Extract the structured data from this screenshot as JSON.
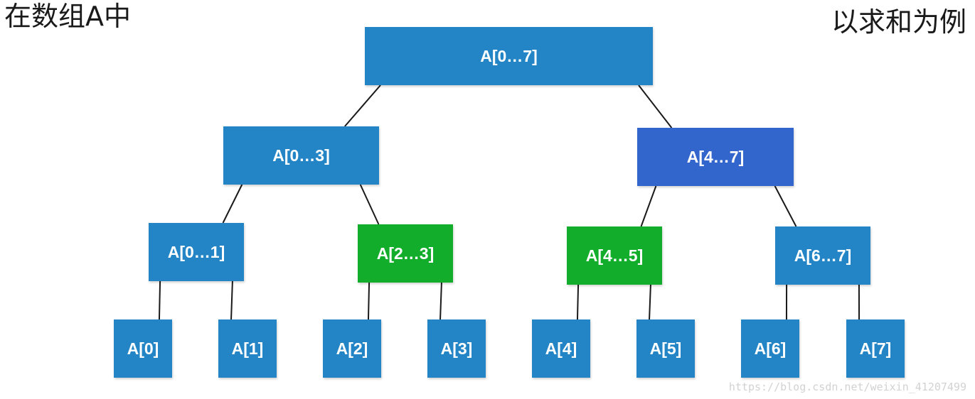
{
  "header": {
    "left_text": "在数组A中",
    "right_text": "以求和为例"
  },
  "colors": {
    "default": "#2385c6",
    "highlight_blue": "#3366cc",
    "highlight_green": "#12ad2b",
    "edge": "#1a1a1a"
  },
  "tree": {
    "nodes": [
      {
        "id": "n0_7",
        "label": "A[0…7]",
        "color": "default",
        "parent": null
      },
      {
        "id": "n0_3",
        "label": "A[0…3]",
        "color": "default",
        "parent": "n0_7"
      },
      {
        "id": "n4_7",
        "label": "A[4…7]",
        "color": "highlight_blue",
        "parent": "n0_7"
      },
      {
        "id": "n0_1",
        "label": "A[0…1]",
        "color": "default",
        "parent": "n0_3"
      },
      {
        "id": "n2_3",
        "label": "A[2…3]",
        "color": "highlight_green",
        "parent": "n0_3"
      },
      {
        "id": "n4_5",
        "label": "A[4…5]",
        "color": "highlight_green",
        "parent": "n4_7"
      },
      {
        "id": "n6_7",
        "label": "A[6…7]",
        "color": "default",
        "parent": "n4_7"
      },
      {
        "id": "n0",
        "label": "A[0]",
        "color": "default",
        "parent": "n0_1"
      },
      {
        "id": "n1",
        "label": "A[1]",
        "color": "default",
        "parent": "n0_1"
      },
      {
        "id": "n2",
        "label": "A[2]",
        "color": "default",
        "parent": "n2_3"
      },
      {
        "id": "n3",
        "label": "A[3]",
        "color": "default",
        "parent": "n2_3"
      },
      {
        "id": "n4",
        "label": "A[4]",
        "color": "default",
        "parent": "n4_5"
      },
      {
        "id": "n5",
        "label": "A[5]",
        "color": "default",
        "parent": "n4_5"
      },
      {
        "id": "n6",
        "label": "A[6]",
        "color": "default",
        "parent": "n6_7"
      },
      {
        "id": "n7",
        "label": "A[7]",
        "color": "default",
        "parent": "n6_7"
      }
    ]
  },
  "watermark": "https://blog.csdn.net/weixin_41207499"
}
